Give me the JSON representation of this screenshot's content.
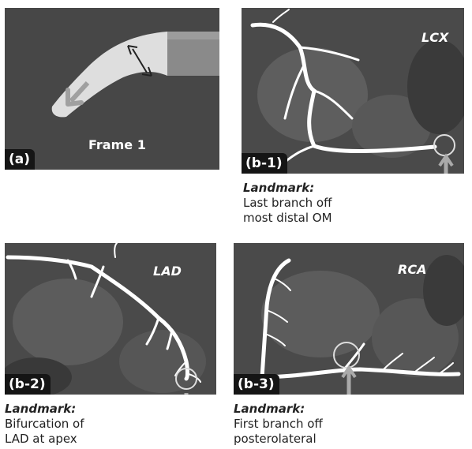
{
  "panels": {
    "a": {
      "tag": "(a)",
      "label": "Frame 1"
    },
    "b1": {
      "tag": "(b-1)",
      "vessel": "LCX",
      "caption": {
        "heading": "Landmark:",
        "lines": [
          "Last branch off",
          "most distal OM"
        ]
      }
    },
    "b2": {
      "tag": "(b-2)",
      "vessel": "LAD",
      "caption": {
        "heading": "Landmark:",
        "lines": [
          "Bifurcation of",
          "LAD at apex"
        ]
      }
    },
    "b3": {
      "tag": "(b-3)",
      "vessel": "RCA",
      "caption": {
        "heading": "Landmark:",
        "lines": [
          "First branch off",
          "posterolateral"
        ]
      }
    }
  },
  "colors": {
    "panel_bg": "#4a4a4a",
    "vessel": "#ffffff",
    "arrow": "#aaaaaa",
    "tag_bg": "#151515"
  }
}
